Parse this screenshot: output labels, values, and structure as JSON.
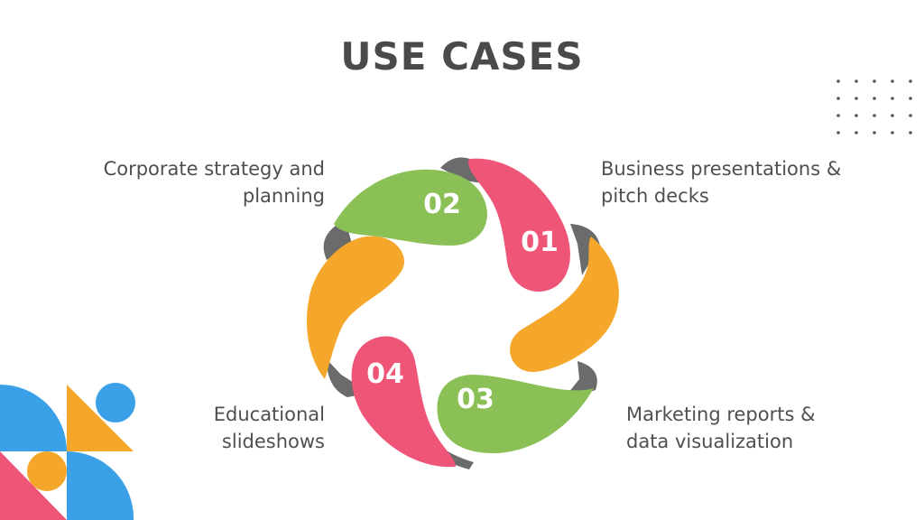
{
  "title": "USE CASES",
  "cases": [
    {
      "number": "01",
      "line1": "Business presentations &",
      "line2": "pitch decks",
      "color": "#ee5577"
    },
    {
      "number": "02",
      "line1": "Corporate strategy and",
      "line2": "planning",
      "color": "#8bc057"
    },
    {
      "number": "03",
      "line1": "Marketing reports &",
      "line2": "data visualization",
      "color": "#8bc057"
    },
    {
      "number": "04",
      "line1": "Educational",
      "line2": "slideshows",
      "color": "#ee5577"
    }
  ],
  "colors": {
    "orange": "#f5a72c",
    "connector": "#6b6b6b",
    "blue": "#3aa0e8",
    "dots": "#555555",
    "text": "#4f4f4f"
  }
}
